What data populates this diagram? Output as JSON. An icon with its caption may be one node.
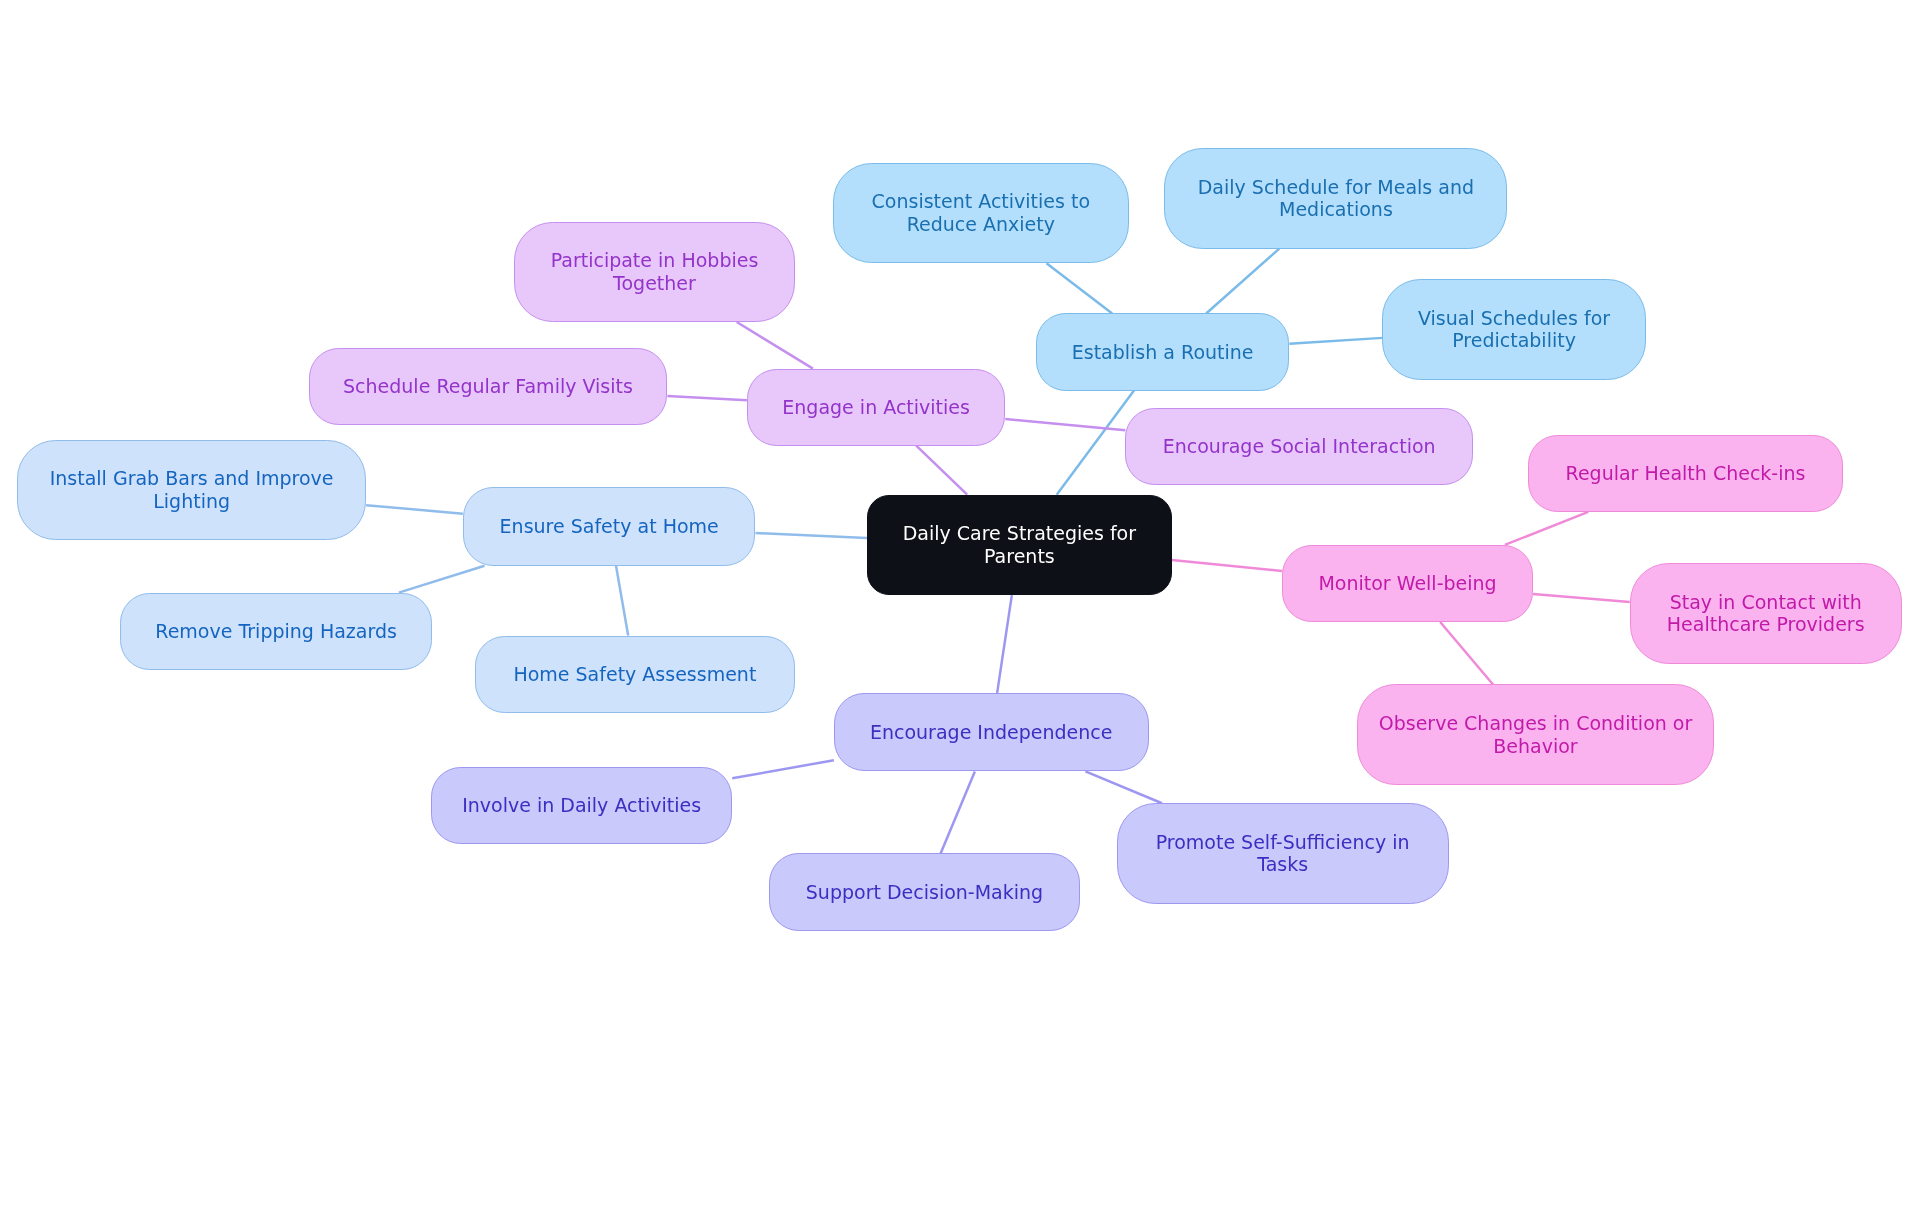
{
  "diagram": {
    "nodes": [
      {
        "text": [
          "Daily Care Strategies for Parents"
        ]
      },
      {
        "text": [
          "Establish a Routine"
        ]
      },
      {
        "text": [
          "Consistent Activities to Reduce Anxiety"
        ]
      },
      {
        "text": [
          "Daily Schedule for Meals and Medications"
        ]
      },
      {
        "text": [
          "Visual Schedules for Predictability"
        ]
      },
      {
        "text": [
          "Engage in Activities"
        ]
      },
      {
        "text": [
          "Participate in Hobbies Together"
        ]
      },
      {
        "text": [
          "Schedule Regular Family Visits"
        ]
      },
      {
        "text": [
          "Encourage Social Interaction"
        ]
      },
      {
        "text": [
          "Ensure Safety at Home"
        ]
      },
      {
        "text": [
          "Install Grab Bars and Improve Lighting"
        ]
      },
      {
        "text": [
          "Remove Tripping Hazards"
        ]
      },
      {
        "text": [
          "Home Safety Assessment"
        ]
      },
      {
        "text": [
          "Monitor Well-being"
        ]
      },
      {
        "text": [
          "Regular Health Check-ins"
        ]
      },
      {
        "text": [
          "Stay in Contact with Healthcare Providers"
        ]
      },
      {
        "text": [
          "Observe Changes in Condition or Behavior"
        ]
      },
      {
        "text": [
          "Encourage Independence"
        ]
      },
      {
        "text": [
          "Involve in Daily Activities"
        ]
      },
      {
        "text": [
          "Support Decision-Making"
        ]
      },
      {
        "text": [
          "Promote Self-Sufficiency in Tasks"
        ]
      }
    ],
    "edges": [
      {
        "from": 0,
        "to": 1,
        "arrow": "none",
        "color": "#7bbbe9"
      },
      {
        "from": 1,
        "to": 2,
        "arrow": "none",
        "color": "#7bbbe9"
      },
      {
        "from": 1,
        "to": 3,
        "arrow": "none",
        "color": "#7bbbe9"
      },
      {
        "from": 1,
        "to": 4,
        "arrow": "none",
        "color": "#7bbbe9"
      },
      {
        "from": 0,
        "to": 5,
        "arrow": "none",
        "color": "#c58ff0"
      },
      {
        "from": 5,
        "to": 6,
        "arrow": "none",
        "color": "#c58ff0"
      },
      {
        "from": 5,
        "to": 7,
        "arrow": "none",
        "color": "#c58ff0"
      },
      {
        "from": 5,
        "to": 8,
        "arrow": "none",
        "color": "#c58ff0"
      },
      {
        "from": 0,
        "to": 9,
        "arrow": "none",
        "color": "#90bcec"
      },
      {
        "from": 9,
        "to": 10,
        "arrow": "none",
        "color": "#90bcec"
      },
      {
        "from": 9,
        "to": 11,
        "arrow": "none",
        "color": "#90bcec"
      },
      {
        "from": 9,
        "to": 12,
        "arrow": "none",
        "color": "#90bcec"
      },
      {
        "from": 0,
        "to": 13,
        "arrow": "none",
        "color": "#f08ad8"
      },
      {
        "from": 13,
        "to": 14,
        "arrow": "none",
        "color": "#f08ad8"
      },
      {
        "from": 13,
        "to": 15,
        "arrow": "none",
        "color": "#f08ad8"
      },
      {
        "from": 13,
        "to": 16,
        "arrow": "none",
        "color": "#f08ad8"
      },
      {
        "from": 0,
        "to": 17,
        "arrow": "none",
        "color": "#9d97f2"
      },
      {
        "from": 17,
        "to": 18,
        "arrow": "none",
        "color": "#9d97f2"
      },
      {
        "from": 17,
        "to": 19,
        "arrow": "none",
        "color": "#9d97f2"
      },
      {
        "from": 17,
        "to": 20,
        "arrow": "none",
        "color": "#9d97f2"
      }
    ]
  }
}
